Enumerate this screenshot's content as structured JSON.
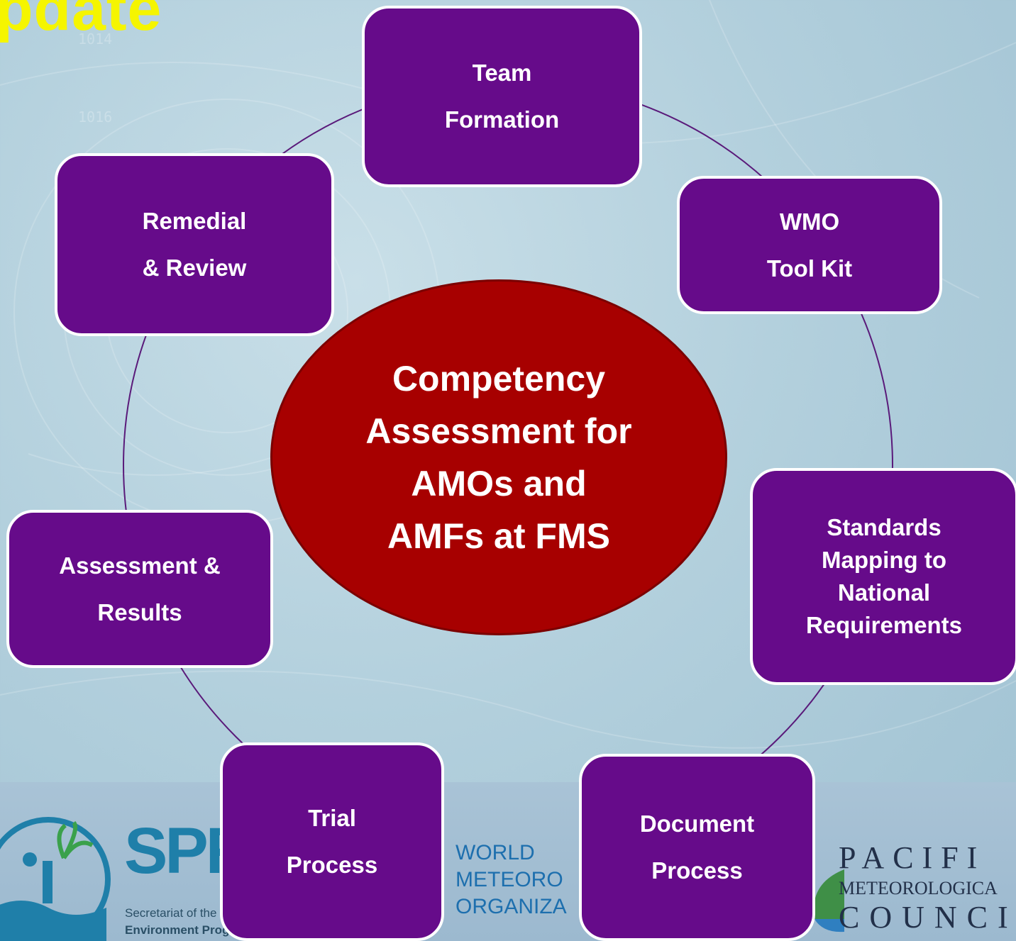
{
  "header": {
    "title": "pdate"
  },
  "center": {
    "lines": [
      "Competency",
      "Assessment for",
      "AMOs and",
      "AMFs at FMS"
    ]
  },
  "steps": [
    {
      "id": "team-formation",
      "lines": [
        "Team",
        "Formation"
      ]
    },
    {
      "id": "wmo-tool-kit",
      "lines": [
        "WMO",
        "Tool Kit"
      ]
    },
    {
      "id": "standards-mapping",
      "lines": [
        "Standards",
        "Mapping to",
        "National",
        "Requirements"
      ]
    },
    {
      "id": "document-process",
      "lines": [
        "Document",
        "Process"
      ]
    },
    {
      "id": "trial-process",
      "lines": [
        "Trial",
        "Process"
      ]
    },
    {
      "id": "assessment-results",
      "lines": [
        "Assessment &",
        "Results"
      ]
    },
    {
      "id": "remedial-review",
      "lines": [
        "Remedial",
        "& Review"
      ]
    }
  ],
  "footer": {
    "sprep": {
      "acronym": "SPR",
      "line1": "Secretariat of the",
      "line2": "Environment Prog"
    },
    "wmo": {
      "line1": "WORLD",
      "line2": "METEORO",
      "line3": "ORGANIZA"
    },
    "pmc": {
      "line1": "PACIFI",
      "line2": "METEOROLOGICA",
      "line3": "COUNCI"
    }
  },
  "map_marks": [
    "1014",
    "1016"
  ],
  "colors": {
    "box_fill": "#660b8a",
    "center_fill": "#a70000",
    "title": "#f5f500",
    "connector": "#5a1a7a"
  }
}
